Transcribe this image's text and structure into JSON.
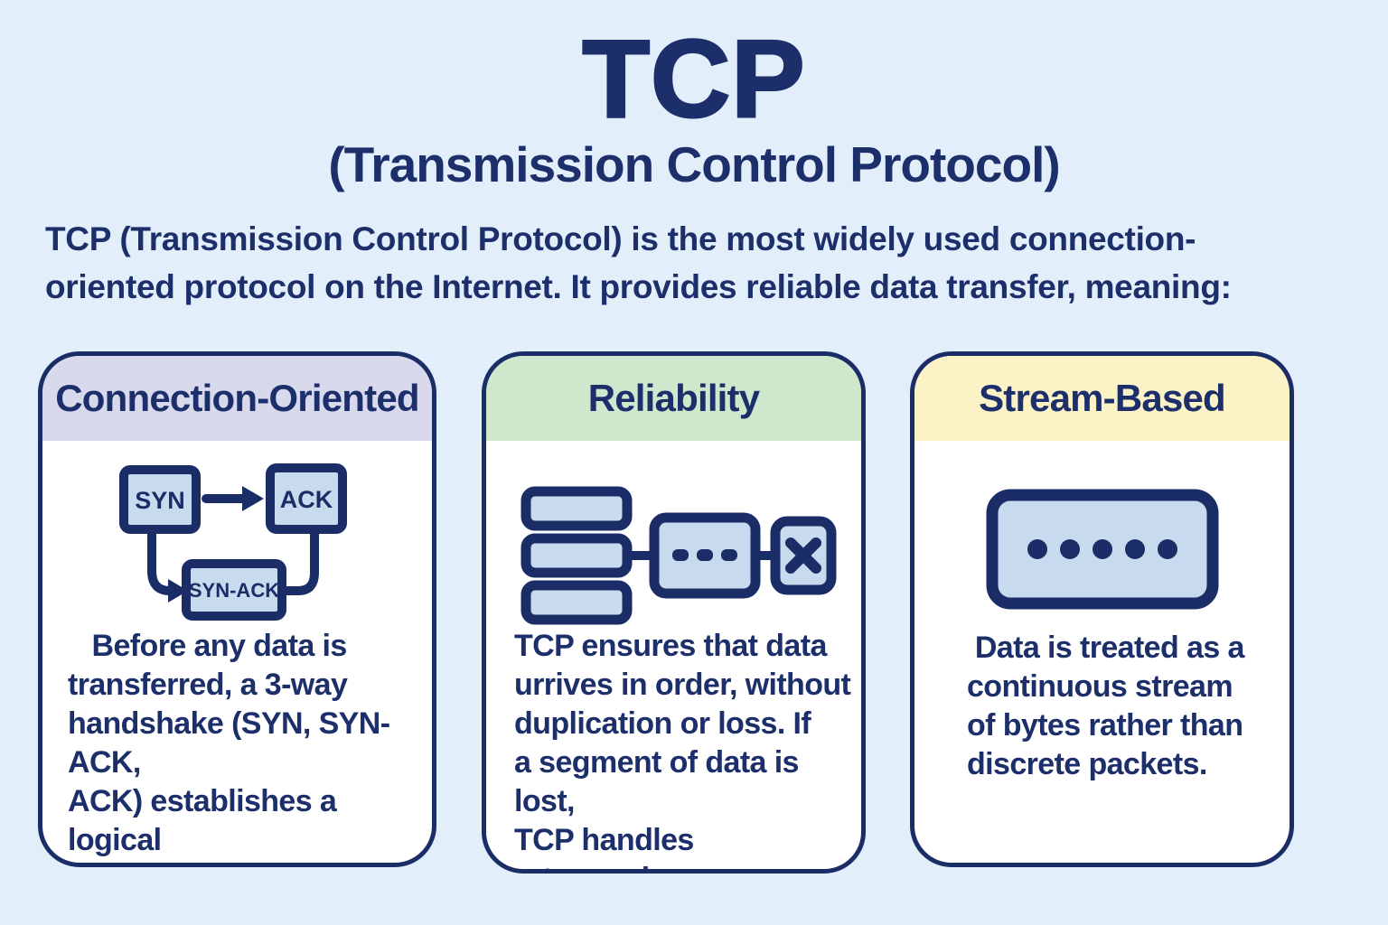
{
  "page": {
    "title": "TCP",
    "subtitle": "(Transmission Control Protocol)",
    "intro": "TCP (Transmission Control Protocol) is the most widely used connection-\noriented protocol on the Internet. It provides reliable data transfer, meaning:"
  },
  "colors": {
    "background": "#e3eefb",
    "navy_text": "#1c2f6b",
    "card_border": "#1b2d66",
    "card_background": "#ffffff",
    "header_lavender": "#d9d9ed",
    "header_green": "#cfe8cd",
    "header_yellow": "#fbf2c6",
    "icon_fill": "#c8daee"
  },
  "cards": [
    {
      "title": "Connection-Oriented",
      "icon": "three-way-handshake-icon",
      "icon_labels": {
        "syn": "SYN",
        "ack": "ACK",
        "syn_ack": "SYN-ACK"
      },
      "body": "   Before any data is\ntransferred, a 3-way\nhandshake (SYN, SYN-ACK,\nACK) establishes a logical\ncbnnection between client"
    },
    {
      "title": "Reliability",
      "icon": "segment-retransmission-icon",
      "body": "TCP ensures that data\nurrives in order, without\nduplication or loss. If\na segment of data is lost,\nTCP handles retransmis-\n  sion"
    },
    {
      "title": "Stream-Based",
      "icon": "byte-stream-icon",
      "body": " Data is treated as a\ncontinuous stream\nof bytes rather than\ndiscrete packets."
    }
  ]
}
